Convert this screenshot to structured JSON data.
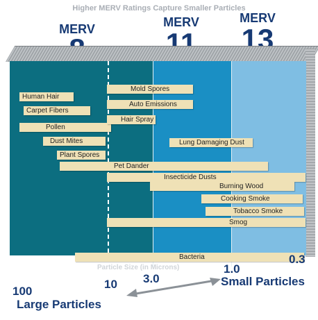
{
  "header": {
    "title": "Higher MERV Ratings Capture Smaller Particles",
    "ratings": [
      {
        "word": "MERV",
        "number": "8"
      },
      {
        "word": "MERV",
        "number": "11"
      },
      {
        "word": "MERV",
        "number": "13"
      }
    ]
  },
  "particles": [
    "Human Hair",
    "Carpet Fibers",
    "Pollen",
    "Dust Mites",
    "Plant Spores",
    "Mold Spores",
    "Auto Emissions",
    "Hair Spray",
    "Lung Damaging Dust",
    "Pet Dander",
    "Insecticide Dusts",
    "Burning Wood",
    "Cooking Smoke",
    "Tobacco Smoke",
    "Smog",
    "Bacteria"
  ],
  "axis": {
    "label": "Particle Size (in Microns)",
    "ticks": [
      "100",
      "10",
      "3.0",
      "1.0",
      "0.3"
    ],
    "left_text": "Large Particles",
    "right_text": "Small Particles"
  },
  "colors": {
    "merv8": "#0c6e80",
    "merv11": "#1a8fc4",
    "merv13": "#7fbee3",
    "bar": "#efe1b6",
    "text_navy": "#173a74"
  }
}
